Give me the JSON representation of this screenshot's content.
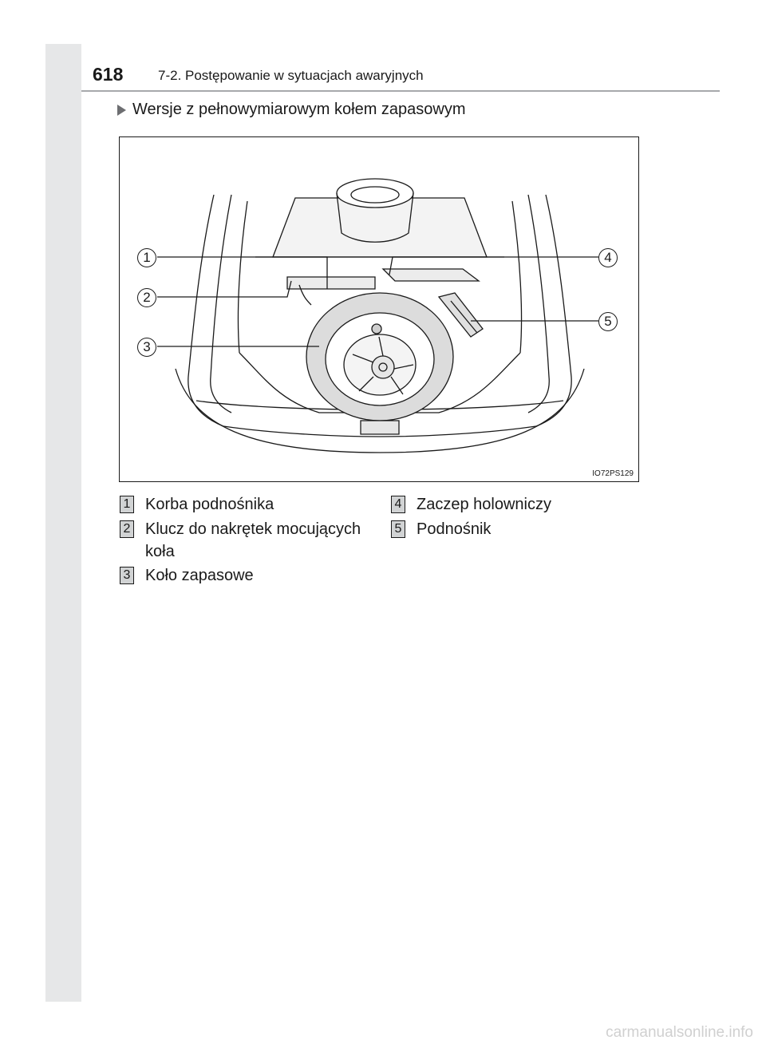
{
  "header": {
    "page_number": "618",
    "section_title": "7-2. Postępowanie w sytuacjach awaryjnych"
  },
  "subheading": "Wersje z pełnowymiarowym kołem zapasowym",
  "figure": {
    "code": "IO72PS129",
    "callouts": [
      "1",
      "2",
      "3",
      "4",
      "5"
    ]
  },
  "legend": [
    {
      "num": "1",
      "text": "Korba podnośnika"
    },
    {
      "num": "2",
      "text": "Klucz do nakrętek mocujących koła"
    },
    {
      "num": "3",
      "text": "Koło zapasowe"
    },
    {
      "num": "4",
      "text": "Zaczep holowniczy"
    },
    {
      "num": "5",
      "text": "Podnośnik"
    }
  ],
  "footer": "carmanualsonline.info"
}
